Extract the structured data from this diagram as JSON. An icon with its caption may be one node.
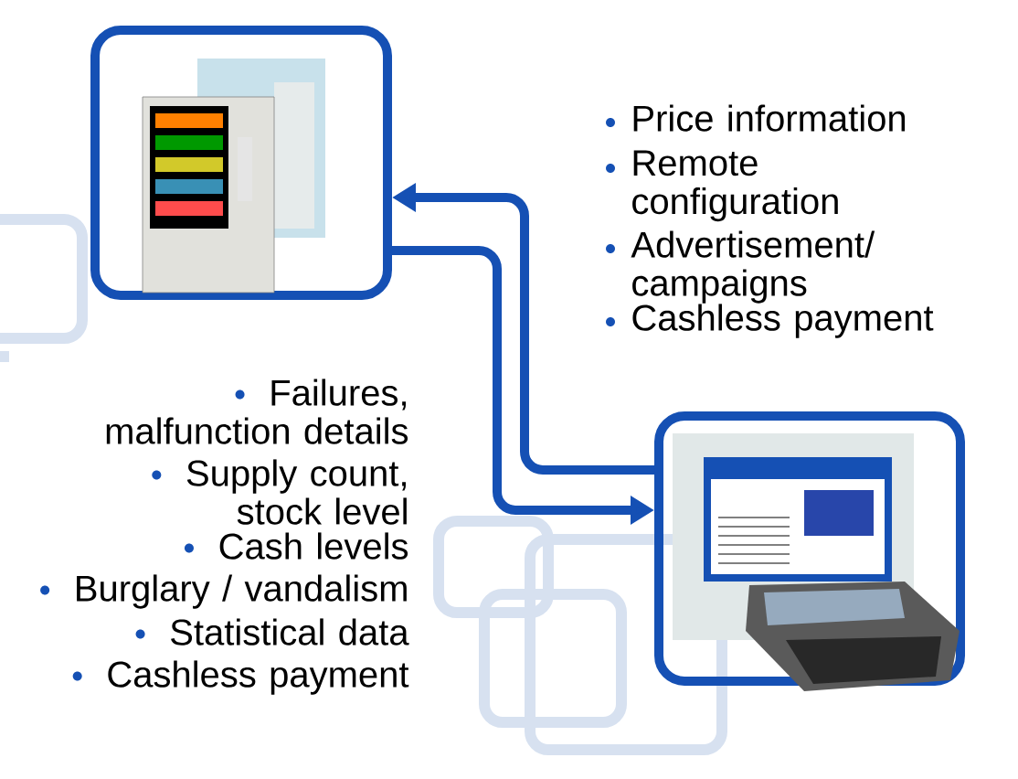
{
  "diagram": {
    "nodes": [
      {
        "text": [],
        "shape": "picture"
      },
      {
        "text": [],
        "shape": "picture"
      }
    ],
    "edges": [
      {
        "from": 0,
        "to": 1,
        "arrow": "to"
      },
      {
        "from": 1,
        "to": 0,
        "arrow": "to"
      }
    ],
    "labels": [
      "Price information",
      "Remote configuration",
      "Advertisement/ campaigns",
      "Cashless payment",
      "Failures, malfunction details",
      "Supply count, stock level",
      "Cash levels",
      "Burglary / vandalism",
      "Statistical data",
      "Cashless payment"
    ]
  }
}
